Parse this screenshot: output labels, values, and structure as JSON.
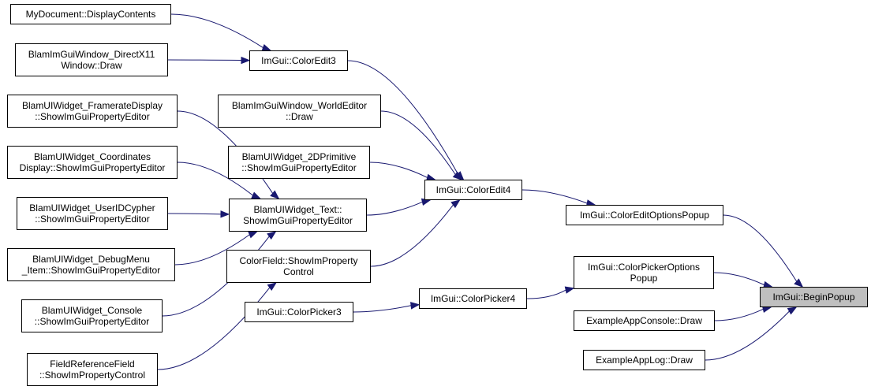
{
  "diagram": {
    "accent_edge_color": "#191970",
    "current_node_fill": "#bfbfbf",
    "nodes": {
      "mydoc": "MyDocument::DisplayContents",
      "dx11": "BlamImGuiWindow_DirectX11\nWindow::Draw",
      "coloredit3": "ImGui::ColorEdit3",
      "framerate": "BlamUIWidget_FramerateDisplay\n::ShowImGuiPropertyEditor",
      "worldeditor": "BlamImGuiWindow_WorldEditor\n::Draw",
      "coords": "BlamUIWidget_Coordinates\nDisplay::ShowImGuiPropertyEditor",
      "prim2d": "BlamUIWidget_2DPrimitive\n::ShowImGuiPropertyEditor",
      "coloredit4": "ImGui::ColorEdit4",
      "userid": "BlamUIWidget_UserIDCypher\n::ShowImGuiPropertyEditor",
      "text": "BlamUIWidget_Text::\nShowImGuiPropertyEditor",
      "coloreditopts": "ImGui::ColorEditOptionsPopup",
      "debugmenu": "BlamUIWidget_DebugMenu\n_Item::ShowImGuiPropertyEditor",
      "colorfield": "ColorField::ShowImProperty\nControl",
      "pickeropts": "ImGui::ColorPickerOptions\nPopup",
      "console": "BlamUIWidget_Console\n::ShowImGuiPropertyEditor",
      "picker3": "ImGui::ColorPicker3",
      "picker4": "ImGui::ColorPicker4",
      "beginpopup": "ImGui::BeginPopup",
      "appconsole": "ExampleAppConsole::Draw",
      "fieldref": "FieldReferenceField\n::ShowImPropertyControl",
      "applog": "ExampleAppLog::Draw"
    },
    "edges": [
      [
        "mydoc",
        "coloredit3"
      ],
      [
        "dx11",
        "coloredit3"
      ],
      [
        "coloredit3",
        "coloredit4"
      ],
      [
        "worldeditor",
        "coloredit4"
      ],
      [
        "prim2d",
        "coloredit4"
      ],
      [
        "text",
        "coloredit4"
      ],
      [
        "colorfield",
        "coloredit4"
      ],
      [
        "framerate",
        "text"
      ],
      [
        "coords",
        "text"
      ],
      [
        "userid",
        "text"
      ],
      [
        "debugmenu",
        "text"
      ],
      [
        "console",
        "text"
      ],
      [
        "fieldref",
        "colorfield"
      ],
      [
        "picker3",
        "picker4"
      ],
      [
        "picker4",
        "pickeropts"
      ],
      [
        "coloredit4",
        "coloreditopts"
      ],
      [
        "coloreditopts",
        "beginpopup"
      ],
      [
        "pickeropts",
        "beginpopup"
      ],
      [
        "appconsole",
        "beginpopup"
      ],
      [
        "applog",
        "beginpopup"
      ]
    ]
  }
}
